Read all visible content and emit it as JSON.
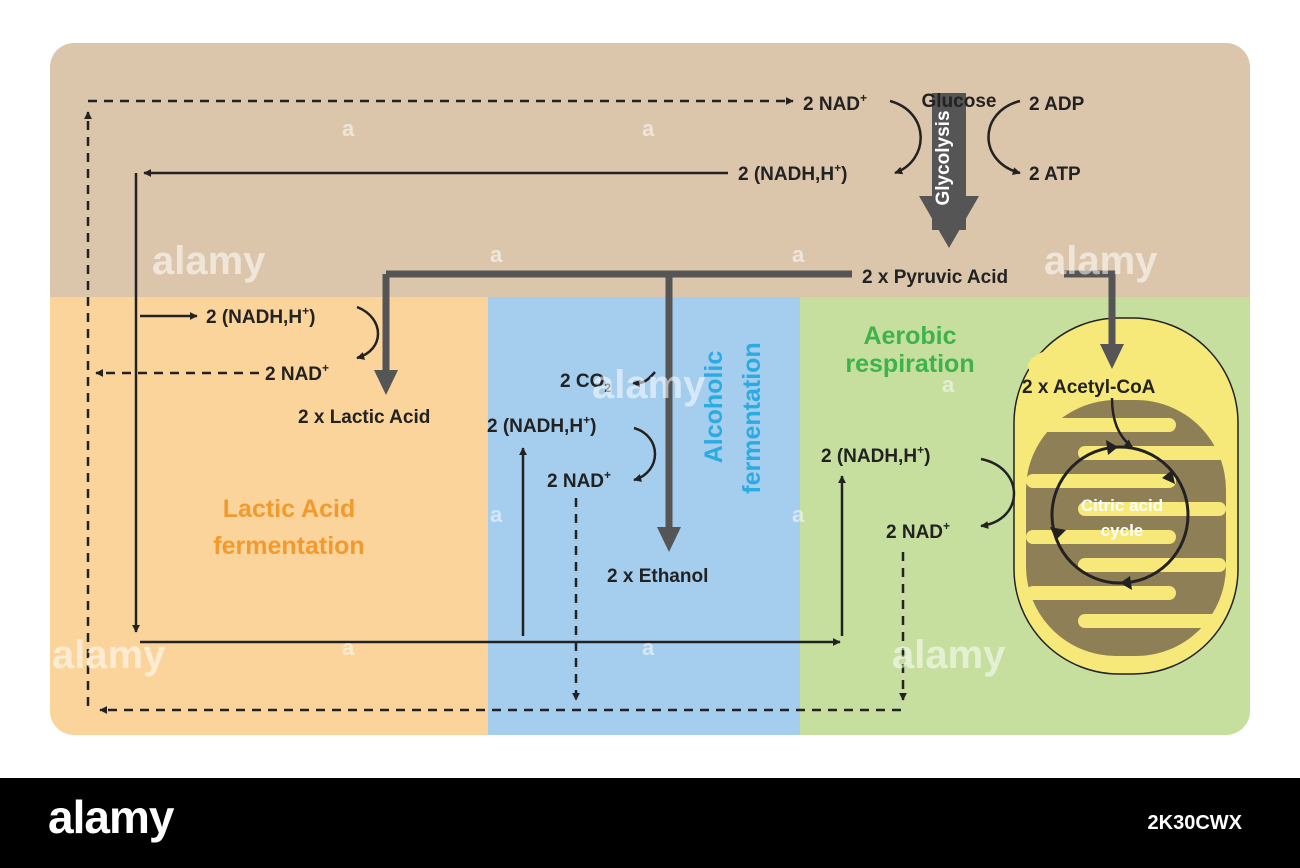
{
  "colors": {
    "top_band": "#dcc6ab",
    "lactic_region": "#fbd49c",
    "alcoholic_region": "#a4cdee",
    "aerobic_region": "#c6df9f",
    "lactic_title": "#f29a2e",
    "alcoholic_title": "#2aabe2",
    "aerobic_title": "#3db34a",
    "dark_arrow": "#555555",
    "line": "#222222",
    "mitochondrion_outer": "#f7e979",
    "mitochondrion_inner": "#8f7f57",
    "footer": "#000000"
  },
  "glycolysis": {
    "start": "Glucose",
    "process": "Glycolysis",
    "nad_in": "2 NAD",
    "nadh_out": "2 (NADH,H",
    "adp_in": "2 ADP",
    "atp_out": "2 ATP",
    "product": "2 x Pyruvic Acid"
  },
  "lactic": {
    "title_line1": "Lactic Acid",
    "title_line2": "fermentation",
    "nadh": "2 (NADH,H",
    "nad": "2 NAD",
    "product": "2 x Lactic Acid"
  },
  "alcoholic": {
    "title_line1": "Alcoholic",
    "title_line2": "fermentation",
    "co2": "2 CO",
    "co2_sub": "2",
    "nadh": "2 (NADH,H",
    "nad": "2 NAD",
    "product": "2 x Ethanol"
  },
  "aerobic": {
    "title_line1": "Aerobic",
    "title_line2": "respiration",
    "acetyl": "2 x Acetyl-CoA",
    "nadh": "2 (NADH,H",
    "nad": "2 NAD",
    "cycle_line1": "Citric acid",
    "cycle_line2": "cycle"
  },
  "symbols": {
    "plus": "+",
    "close_paren": ")"
  },
  "watermark": {
    "brand": "alamy",
    "letter": "a",
    "image_id": "2K30CWX"
  }
}
